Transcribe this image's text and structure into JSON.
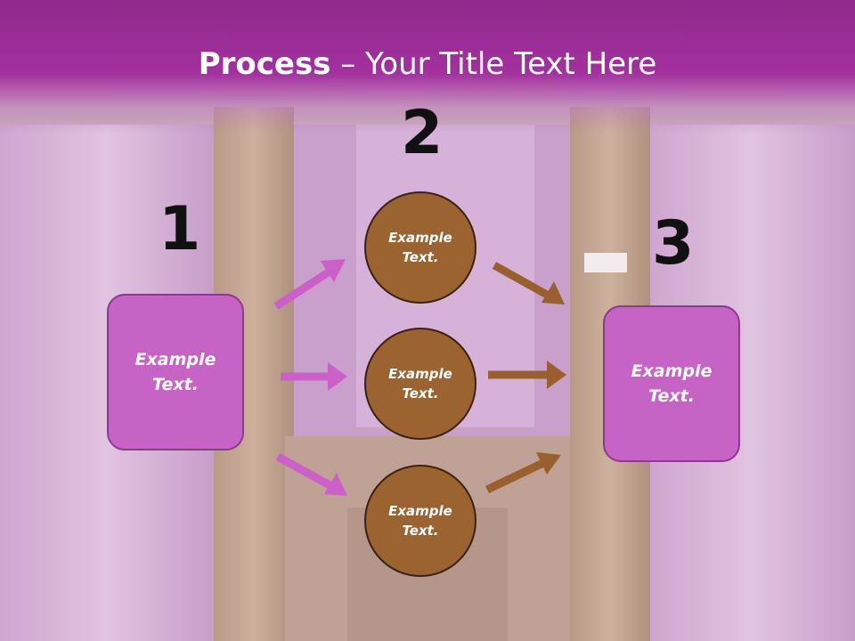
{
  "title": {
    "bold": "Process",
    "rest": " – Your Title Text Here"
  },
  "steps": {
    "one": {
      "number": "1",
      "text": "Example Text."
    },
    "two": {
      "number": "2"
    },
    "three": {
      "number": "3",
      "text": "Example Text."
    }
  },
  "middle": [
    {
      "text": "Example Text."
    },
    {
      "text": "Example Text."
    },
    {
      "text": "Example Text."
    }
  ],
  "colors": {
    "title_bar": "#a3309f",
    "box": "#c664c6",
    "circle": "#9a6330",
    "arrow_left": "#cc5fc8",
    "arrow_right": "#99602d"
  }
}
